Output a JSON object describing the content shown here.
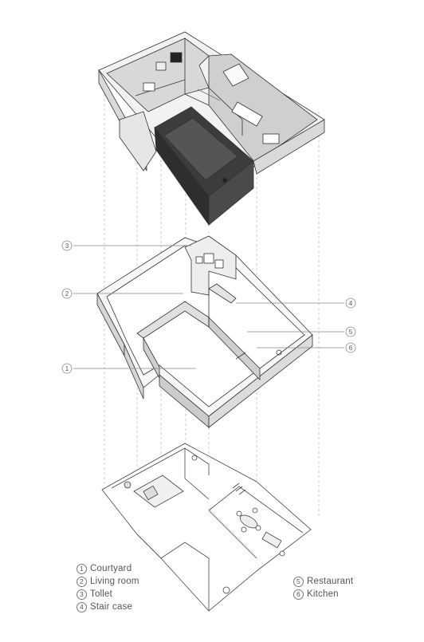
{
  "legend_left": [
    {
      "num": "1",
      "label": "Courtyard"
    },
    {
      "num": "2",
      "label": "Living room"
    },
    {
      "num": "3",
      "label": "Tollet"
    },
    {
      "num": "4",
      "label": "Stair case"
    }
  ],
  "legend_right": [
    {
      "num": "5",
      "label": "Restaurant"
    },
    {
      "num": "6",
      "label": "Kitchen"
    }
  ],
  "callouts": {
    "c1": "1",
    "c2": "2",
    "c3": "3",
    "c4": "4",
    "c5": "5",
    "c6": "6"
  },
  "colors": {
    "wall_top": "#f4f4f4",
    "wall_side": "#d9d9d9",
    "wall_dark": "#4a4a4a",
    "floor_dark": "#3c3c3c",
    "line": "#333333",
    "dash": "#bdbdbd"
  }
}
